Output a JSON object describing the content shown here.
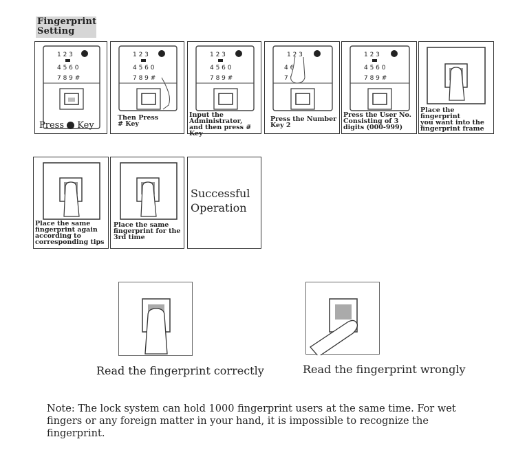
{
  "title": "Fingerprint\nSetting",
  "steps": [
    {
      "caption_parts": [
        "Press",
        "Key"
      ],
      "keypad": [
        "1 2 3",
        "4 5 6 0",
        "7 8 9 #"
      ]
    },
    {
      "caption": "Then Press\n# Key",
      "keypad": [
        "1 2 3",
        "4 5 6 0",
        "7 8 9 #"
      ]
    },
    {
      "caption": "Input the\nAdministrator,\nand then press # Key",
      "keypad": [
        "1 2 3",
        "4 5 6 0",
        "7 8 9 #"
      ]
    },
    {
      "caption": "Press the Number\nKey 2",
      "keypad": [
        "1 2 3",
        "4 6 0",
        "7 9 #"
      ]
    },
    {
      "caption": "Press the User No.\nConsisting of 3\ndigits (000-999)",
      "keypad": [
        "1 2 3",
        "4 5 6 0",
        "7 8 9 #"
      ]
    },
    {
      "caption": "Place the fingerprint\nyou want into the\nfingerprint frame"
    },
    {
      "caption": "Place the same\nfingerprint again\naccording to\ncorresponding tips"
    },
    {
      "caption": "Place the same\nfingerprint for the\n3rd time"
    },
    {
      "caption": "Successful\nOperation"
    }
  ],
  "samples": {
    "correct_label": "Read the fingerprint correctly",
    "wrong_label": "Read the fingerprint wrongly"
  },
  "note": "Note: The lock system can hold 1000 fingerprint users at the same time. For wet fingers or any foreign matter in your hand, it is impossible to recognize the fingerprint."
}
